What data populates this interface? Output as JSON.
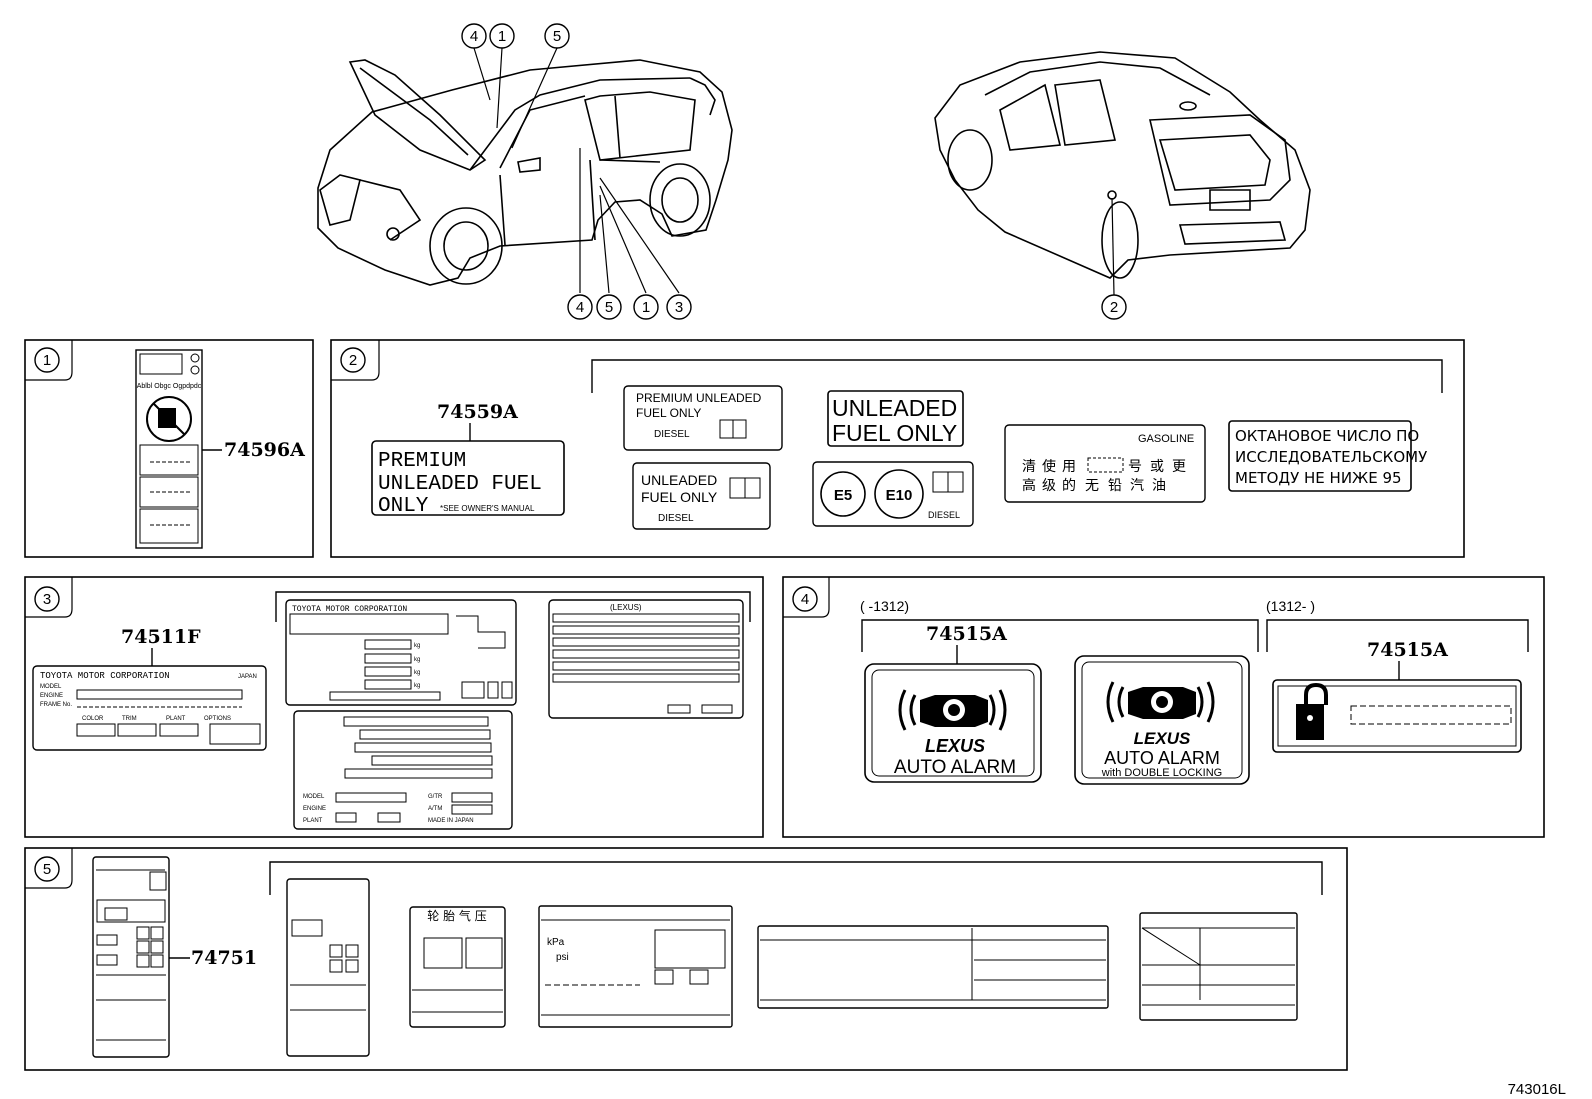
{
  "callouts": {
    "c1": "1",
    "c2": "2",
    "c3": "3",
    "c4": "4",
    "c5": "5"
  },
  "panel1": {
    "part": "74596A",
    "lines": [
      "Ablbl  Obgc  Ogpdpdc"
    ]
  },
  "panel2": {
    "part": "74559A",
    "main_label": [
      "PREMIUM",
      "UNLEADED FUEL",
      "ONLY"
    ],
    "main_note": "*SEE OWNER'S MANUAL",
    "premium_label": [
      "PREMIUM  UNLEADED",
      "FUEL ONLY"
    ],
    "unleaded_label": [
      "UNLEADED",
      "FUEL ONLY"
    ],
    "big_unleaded": [
      "UNLEADED",
      "FUEL ONLY"
    ],
    "diesel": "DIESEL",
    "e5": "E5",
    "e10": "E10",
    "gasoline": "GASOLINE",
    "cn_line1": [
      "清",
      "使",
      "用",
      "号",
      "或",
      "更"
    ],
    "cn_line2": [
      "高",
      "级",
      "的",
      "无",
      "铅",
      "汽",
      "油"
    ],
    "ru_lines": [
      "ОКТАНОВОЕ ЧИСЛО ПО",
      "ИССЛЕДОВАТЕЛЬСКОМУ",
      "МЕТОДУ НЕ НИЖЕ 95"
    ]
  },
  "panel3": {
    "part": "74511F",
    "plate_title": "TOYOTA MOTOR CORPORATION",
    "plate_japan": "JAPAN",
    "plate_rows": [
      "MODEL",
      "ENGINE",
      "FRAME No."
    ],
    "plate_cols": [
      "COLOR",
      "TRIM",
      "PLANT",
      "OPTIONS"
    ],
    "plate2_title": "TOYOTA MOTOR CORPORATION",
    "plate2_kg": [
      "kg",
      "kg",
      "kg",
      "kg"
    ],
    "plate3_rows": [
      "MODEL",
      "ENGINE",
      "PLANT"
    ],
    "plate3_right": [
      "G/TR",
      "A/TM",
      "MADE IN JAPAN"
    ],
    "plate4_title": "(LEXUS)"
  },
  "panel4": {
    "range_left": "(      -1312)",
    "range_right": "(1312-      )",
    "part_left": "74515A",
    "part_right": "74515A",
    "brand": "LEXUS",
    "alarm": "AUTO ALARM",
    "alarm_sub": "with DOUBLE LOCKING"
  },
  "panel5": {
    "part": "74751",
    "label_cn": "轮 胎 气 压",
    "kpa": "kPa",
    "psi": "psi"
  },
  "figure_id": "743016L"
}
